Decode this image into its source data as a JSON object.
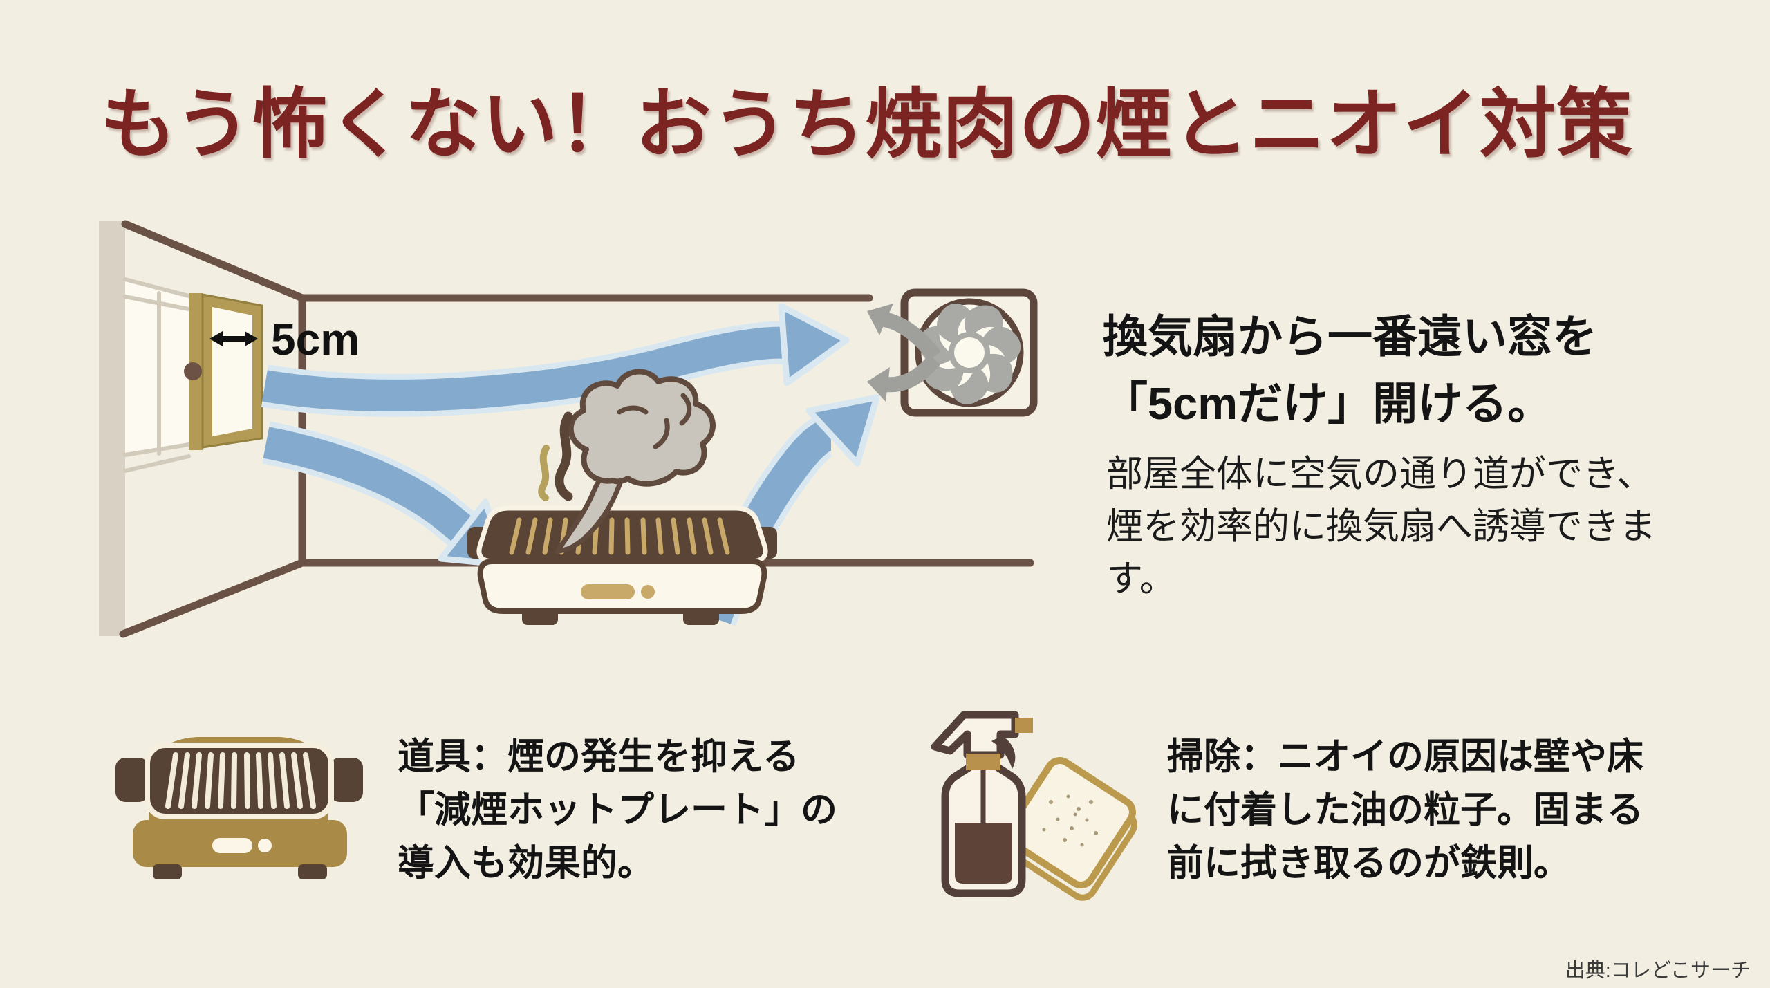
{
  "title": "もう怖くない！おうち焼肉の煙とニオイ対策",
  "diagram": {
    "window_gap_label": "5cm",
    "icons": {
      "window": "window-icon",
      "airflow": "airflow-arrows-icon",
      "exhaust_fan": "exhaust-fan-icon",
      "smoke": "smoke-icon",
      "grill": "grill-icon"
    }
  },
  "main_point": {
    "heading_lines": [
      "換気扇から一番遠い窓を",
      "「5cmだけ」開ける。"
    ],
    "body_lines": [
      "部屋全体に空気の通り道ができ、",
      "煙を効率的に換気扇へ誘導できま",
      "す。"
    ]
  },
  "tips": [
    {
      "icon": "hotplate-icon",
      "lines": [
        "道具：煙の発生を抑える",
        "「減煙ホットプレート」の",
        "導入も効果的。"
      ]
    },
    {
      "icon": "cleaning-spray-icon",
      "lines": [
        "掃除：ニオイの原因は壁や床",
        "に付着した油の粒子。固まる",
        "前に拭き取るのが鉄則。"
      ]
    }
  ],
  "source": "出典:コレどこサーチ",
  "colors": {
    "background": "#f2efe2",
    "title_red": "#7c2422",
    "text_black": "#141414",
    "wood_brown": "#6b5246",
    "dark_brown": "#574236",
    "window_gold": "#b49b55",
    "slat_tan": "#c9a96a",
    "airflow_blue": "#84abcd",
    "airflow_halo": "#d9e7f1",
    "smoke_gray": "#c9c5bc",
    "fan_gray": "#a9a9a5"
  }
}
